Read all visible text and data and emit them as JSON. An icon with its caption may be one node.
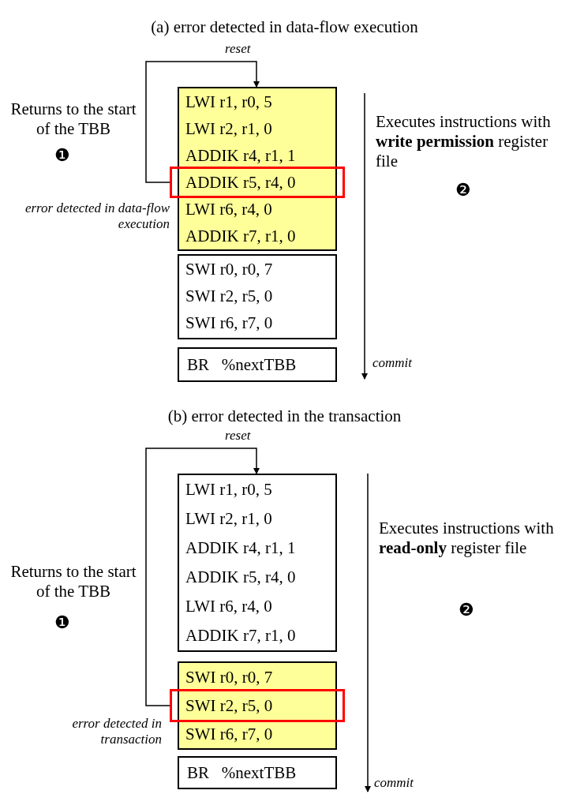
{
  "diagram": {
    "nodes": [
      {
        "text": [],
        "shape": "box"
      },
      {
        "text": [
          "LWI r1, r0, 5"
        ],
        "in": 0
      },
      {
        "text": [
          "LWI r2, r1, 0"
        ],
        "in": 0
      },
      {
        "text": [
          "ADDIK r4, r1, 1"
        ],
        "in": 0
      },
      {
        "text": [
          "ADDIK r5, r4, 0"
        ],
        "in": 0
      },
      {
        "text": [
          "LWI r6, r4, 0"
        ],
        "in": 0
      },
      {
        "text": [
          "ADDIK r7, r1, 0"
        ],
        "in": 0
      },
      {
        "text": [],
        "shape": "box"
      },
      {
        "text": [
          "SWI r0, r0, 7"
        ],
        "in": 7
      },
      {
        "text": [
          "SWI r2, r5, 0"
        ],
        "in": 7
      },
      {
        "text": [
          "SWI r6, r7, 0"
        ],
        "in": 7
      },
      {
        "text": [
          "BR   %nextTBB"
        ]
      },
      {
        "text": [],
        "shape": "box"
      },
      {
        "text": [
          "LWI r1, r0, 5"
        ],
        "in": 12
      },
      {
        "text": [
          "LWI r2, r1, 0"
        ],
        "in": 12
      },
      {
        "text": [
          "ADDIK r4, r1, 1"
        ],
        "in": 12
      },
      {
        "text": [
          "ADDIK r5, r4, 0"
        ],
        "in": 12
      },
      {
        "text": [
          "LWI r6, r4, 0"
        ],
        "in": 12
      },
      {
        "text": [
          "ADDIK r7, r1, 0"
        ],
        "in": 12
      },
      {
        "text": [],
        "shape": "box"
      },
      {
        "text": [
          "SWI r0, r0, 7"
        ],
        "in": 19
      },
      {
        "text": [
          "SWI r2, r5, 0"
        ],
        "in": 19
      },
      {
        "text": [
          "SWI r6, r7, 0"
        ],
        "in": 19
      },
      {
        "text": [
          "BR   %nextTBB"
        ]
      }
    ],
    "edges": [
      {
        "from": 4,
        "to": 0,
        "arrow": "to",
        "label": "reset"
      },
      {
        "from": 21,
        "to": 12,
        "arrow": "to",
        "label": "reset"
      }
    ],
    "labels": [
      "(a) error detected in data-flow execution",
      "Returns to the start of the TBB",
      "❶",
      "error detected in data-flow execution",
      "Executes instructions with **write permission** register file",
      "❷",
      "commit",
      "(b) error detected in the transaction",
      "Returns to the start of the TBB",
      "❶",
      "error detected in transaction",
      "Executes instructions with **read-only** register file",
      "❷",
      "commit"
    ]
  }
}
